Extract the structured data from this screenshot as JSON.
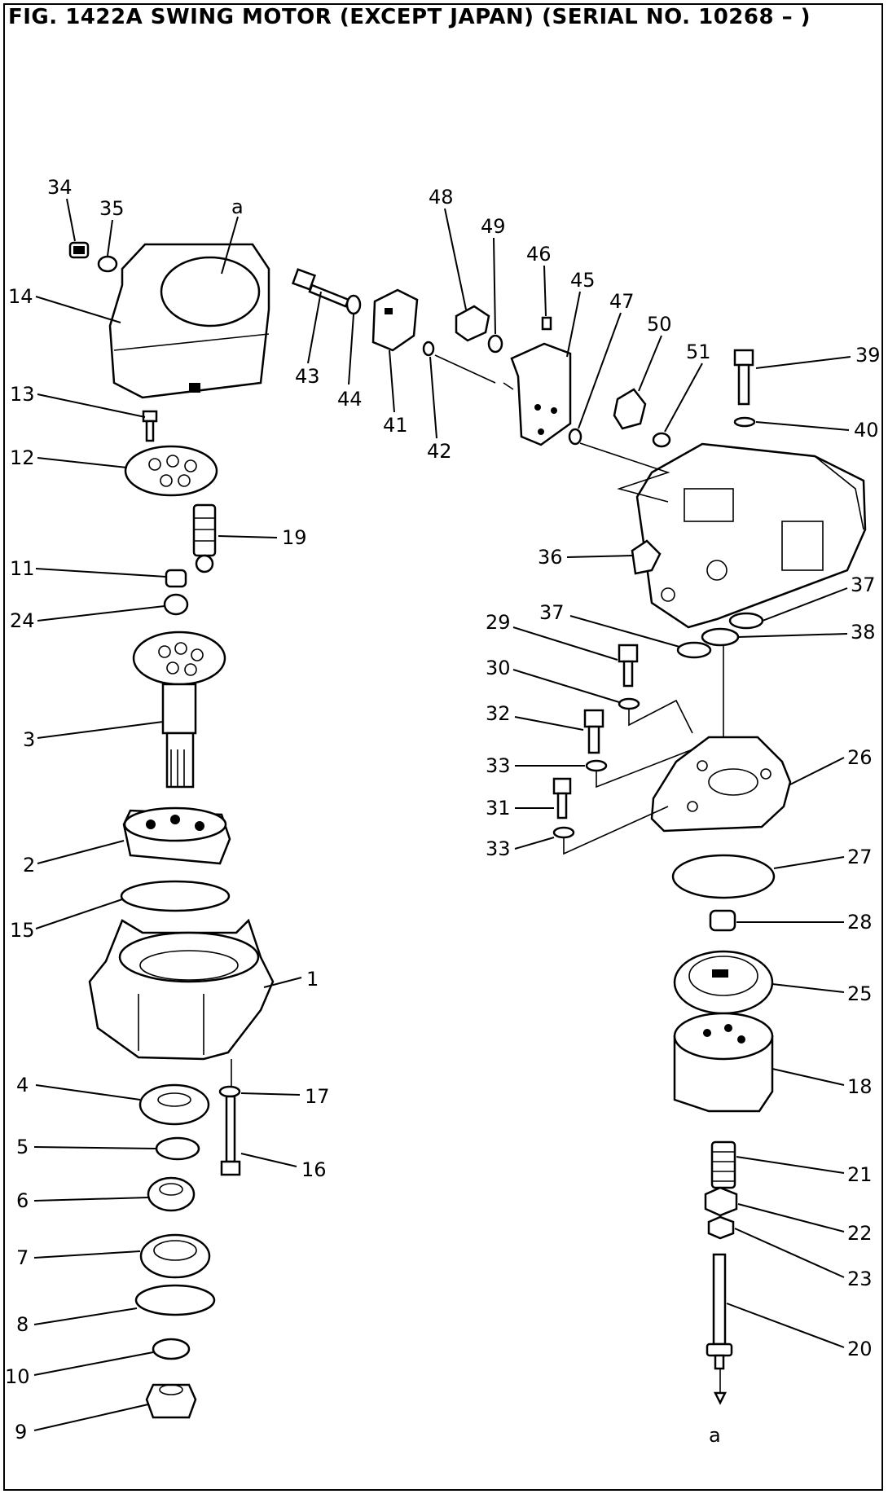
{
  "figure": {
    "title": "FIG. 1422A  SWING MOTOR (EXCEPT JAPAN) (SERIAL NO. 10268 – )"
  },
  "ref_labels": [
    "a",
    "a"
  ],
  "callouts": [
    {
      "id": "c34",
      "text": "34"
    },
    {
      "id": "c35",
      "text": "35"
    },
    {
      "id": "c14",
      "text": "14"
    },
    {
      "id": "c13",
      "text": "13"
    },
    {
      "id": "c12",
      "text": "12"
    },
    {
      "id": "c19",
      "text": "19"
    },
    {
      "id": "c11",
      "text": "11"
    },
    {
      "id": "c24",
      "text": "24"
    },
    {
      "id": "c3",
      "text": "3"
    },
    {
      "id": "c2",
      "text": "2"
    },
    {
      "id": "c15",
      "text": "15"
    },
    {
      "id": "c1",
      "text": "1"
    },
    {
      "id": "c4",
      "text": "4"
    },
    {
      "id": "c17",
      "text": "17"
    },
    {
      "id": "c5",
      "text": "5"
    },
    {
      "id": "c16",
      "text": "16"
    },
    {
      "id": "c6",
      "text": "6"
    },
    {
      "id": "c7",
      "text": "7"
    },
    {
      "id": "c8",
      "text": "8"
    },
    {
      "id": "c10",
      "text": "10"
    },
    {
      "id": "c9",
      "text": "9"
    },
    {
      "id": "c43",
      "text": "43"
    },
    {
      "id": "c44",
      "text": "44"
    },
    {
      "id": "c41",
      "text": "41"
    },
    {
      "id": "c42",
      "text": "42"
    },
    {
      "id": "c48",
      "text": "48"
    },
    {
      "id": "c49",
      "text": "49"
    },
    {
      "id": "c46",
      "text": "46"
    },
    {
      "id": "c45",
      "text": "45"
    },
    {
      "id": "c47",
      "text": "47"
    },
    {
      "id": "c50",
      "text": "50"
    },
    {
      "id": "c51",
      "text": "51"
    },
    {
      "id": "c39",
      "text": "39"
    },
    {
      "id": "c40",
      "text": "40"
    },
    {
      "id": "c36",
      "text": "36"
    },
    {
      "id": "c37a",
      "text": "37"
    },
    {
      "id": "c37b",
      "text": "37"
    },
    {
      "id": "c38",
      "text": "38"
    },
    {
      "id": "c29",
      "text": "29"
    },
    {
      "id": "c30",
      "text": "30"
    },
    {
      "id": "c32",
      "text": "32"
    },
    {
      "id": "c33a",
      "text": "33"
    },
    {
      "id": "c31",
      "text": "31"
    },
    {
      "id": "c33b",
      "text": "33"
    },
    {
      "id": "c26",
      "text": "26"
    },
    {
      "id": "c27",
      "text": "27"
    },
    {
      "id": "c28",
      "text": "28"
    },
    {
      "id": "c25",
      "text": "25"
    },
    {
      "id": "c18",
      "text": "18"
    },
    {
      "id": "c21",
      "text": "21"
    },
    {
      "id": "c22",
      "text": "22"
    },
    {
      "id": "c23",
      "text": "23"
    },
    {
      "id": "c20",
      "text": "20"
    }
  ]
}
